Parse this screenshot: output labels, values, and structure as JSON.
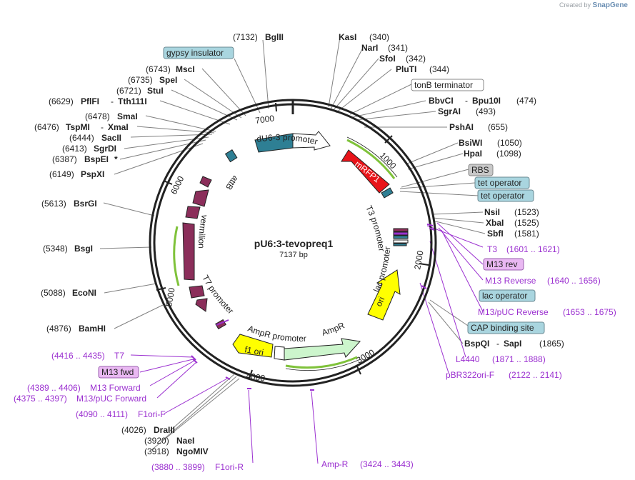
{
  "header": {
    "created_by": "Created by",
    "brand": "SnapGene"
  },
  "plasmid": {
    "name": "pU6:3-tevopreq1",
    "length_label": "7137 bp"
  },
  "ring_ticks": [
    "1000",
    "2000",
    "3000",
    "4000",
    "5000",
    "6000",
    "7000"
  ],
  "features": {
    "du6": "dU6-3 promoter",
    "mrfp": "mRFP1",
    "t3": "T3 promoter",
    "lac": "lac promoter",
    "ori": "ori",
    "ampr": "AmpR",
    "amprp": "AmpR promoter",
    "f1ori": "f1 ori",
    "t7": "T7 promoter",
    "vermilion": "vermilion",
    "attb": "attB"
  },
  "labels": {
    "bglII_num": "(7132)",
    "bglII": "BglII",
    "gypsy": "gypsy insulator",
    "mscI_num": "(6743)",
    "mscI": "MscI",
    "speI_num": "(6735)",
    "speI": "SpeI",
    "stuI_num": "(6721)",
    "stuI": "StuI",
    "pflfI_num": "(6629)",
    "pflfI": "PflFI",
    "tth_sep": "-",
    "tth": "Tth111I",
    "smaI_num": "(6478)",
    "smaI": "SmaI",
    "tspmI_num": "(6476)",
    "tspmI": "TspMI",
    "xmaI_sep": "-",
    "xmaI": "XmaI",
    "sacII_num": "(6444)",
    "sacII": "SacII",
    "sgrdI_num": "(6413)",
    "sgrdI": "SgrDI",
    "bspei_num": "(6387)",
    "bspei": "BspEI",
    "bspei_star": "*",
    "pspxI_num": "(6149)",
    "pspxI": "PspXI",
    "bsrgI_num": "(5613)",
    "bsrgI": "BsrGI",
    "bsgI_num": "(5348)",
    "bsgI": "BsgI",
    "ecoNI_num": "(5088)",
    "ecoNI": "EcoNI",
    "bamHI_num": "(4876)",
    "bamHI": "BamHI",
    "t7p_range": "(4416 .. 4435)",
    "t7p": "T7",
    "m13fwd": "M13 fwd",
    "m13f_range": "(4389 .. 4406)",
    "m13f": "M13 Forward",
    "m13puc_f_range": "(4375 .. 4397)",
    "m13puc_f": "M13/pUC Forward",
    "f1orif_range": "(4090 .. 4111)",
    "f1orif": "F1ori-F",
    "draIII_num": "(4026)",
    "draIII": "DraIII",
    "naeI_num": "(3920)",
    "naeI": "NaeI",
    "ngomiv_num": "(3918)",
    "ngomiv": "NgoMIV",
    "f1orir_range": "(3880 .. 3899)",
    "f1orir": "F1ori-R",
    "ampr_p": "Amp-R",
    "ampr_p_range": "(3424 .. 3443)",
    "kasI": "KasI",
    "kasI_num": "(340)",
    "narI": "NarI",
    "narI_num": "(341)",
    "sfoI": "SfoI",
    "sfoI_num": "(342)",
    "pluTI": "PluTI",
    "pluTI_num": "(344)",
    "tonb": "tonB terminator",
    "bbvcI": "BbvCI",
    "bpu_sep": "-",
    "bpu": "Bpu10I",
    "bbvcI_num": "(474)",
    "sgraI": "SgrAI",
    "sgraI_num": "(493)",
    "pshAI": "PshAI",
    "pshAI_num": "(655)",
    "bsiwI": "BsiWI",
    "bsiwI_num": "(1050)",
    "hpaI": "HpaI",
    "hpaI_num": "(1098)",
    "rbs": "RBS",
    "tetop1": "tet operator",
    "tetop2": "tet operator",
    "nsiI": "NsiI",
    "nsiI_num": "(1523)",
    "xbaI": "XbaI",
    "xbaI_num": "(1525)",
    "sbfI": "SbfI",
    "sbfI_num": "(1581)",
    "t3p": "T3",
    "t3p_range": "(1601 .. 1621)",
    "m13rev": "M13 rev",
    "m13r": "M13 Reverse",
    "m13r_range": "(1640 .. 1656)",
    "lacop": "lac operator",
    "m13puc_r": "M13/pUC Reverse",
    "m13puc_r_range": "(1653 .. 1675)",
    "cap": "CAP binding site",
    "bspqI": "BspQI",
    "sapI_sep": "-",
    "sapI": "SapI",
    "bspqI_num": "(1865)",
    "l4440": "L4440",
    "l4440_range": "(1871 .. 1888)",
    "pbr": "pBR322ori-F",
    "pbr_range": "(2122 .. 2141)"
  },
  "colors": {
    "du6": "#2e7f94",
    "mrfp": "#e8141a",
    "ori": "#ffff00",
    "ampr": "#ccf5cc",
    "f1ori": "#ffff00",
    "vermilion": "#8b2e5a",
    "attb": "#2e7f94",
    "primer": "#9b30d0",
    "orf": "#7fc23a",
    "feature_box": "#a9d5df",
    "primer_box": "#e9b8f2"
  }
}
